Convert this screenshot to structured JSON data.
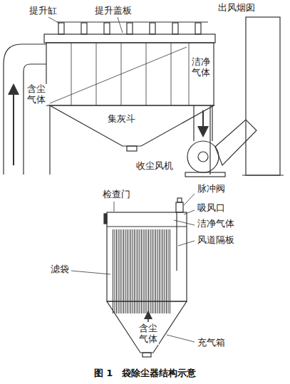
{
  "diagram": {
    "caption": "图 1　袋除尘器结构示意",
    "labels": [
      "提升缸",
      "提升盖板",
      "出风烟囱",
      "洁净气体",
      "含尘气体",
      "集灰斗",
      "收尘风机",
      "检查门",
      "脉冲阀",
      "吸风口",
      "洁净气体",
      "风道隔板",
      "滤袋",
      "含尘气体",
      "充气箱"
    ]
  }
}
